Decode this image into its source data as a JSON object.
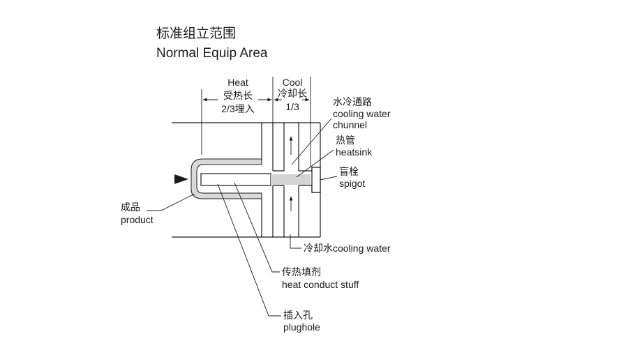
{
  "title": {
    "cn": "标准组立范围",
    "en": "Normal Equip Area"
  },
  "dimensions": {
    "heat": {
      "en": "Heat",
      "cn": "受热长",
      "ratio": "2/3埋入"
    },
    "cool": {
      "en": "Cool",
      "cn": "冷却长",
      "ratio": "1/3"
    }
  },
  "callouts": {
    "channel": {
      "cn": "水冷通路",
      "en_line1": "cooling water",
      "en_line2": "chunnel"
    },
    "heatsink": {
      "cn": "热管",
      "en": "heatsink"
    },
    "spigot": {
      "cn": "盲栓",
      "en": "spigot"
    },
    "product": {
      "cn": "成品",
      "en": "product"
    },
    "cooling_water": {
      "text": "冷却水cooling water"
    },
    "stuff": {
      "cn": "传热填剂",
      "en": "heat conduct stuff"
    },
    "plughole": {
      "cn": "插入孔",
      "en": "plughole"
    }
  },
  "colors": {
    "line": "#1a1a1a",
    "product_fill": "#d9d9d9",
    "heatsink_fill": "#d4d4d4",
    "background": "#ffffff"
  }
}
